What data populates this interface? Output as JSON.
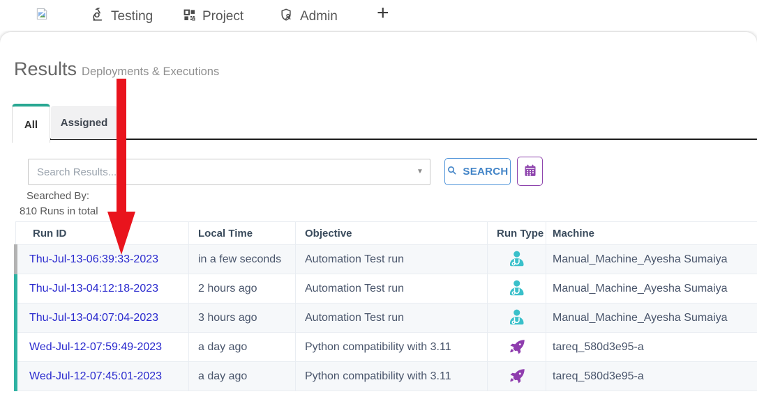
{
  "nav": {
    "logo_icon": "broken-image-icon",
    "items": [
      {
        "label": "Testing",
        "icon": "microscope-icon"
      },
      {
        "label": "Project",
        "icon": "grid-icon"
      },
      {
        "label": "Admin",
        "icon": "shield-user-icon"
      }
    ],
    "add_label": "+"
  },
  "header": {
    "title": "Results",
    "subtitle": "Deployments & Executions"
  },
  "tabs": [
    {
      "label": "All",
      "active": true
    },
    {
      "label": "Assigned",
      "active": false
    }
  ],
  "search": {
    "placeholder": "Search Results....",
    "button_label": "SEARCH",
    "searched_by_label": "Searched By:",
    "total_label": "810 Runs in total"
  },
  "table": {
    "columns": [
      "Run ID",
      "Local Time",
      "Objective",
      "Run Type",
      "Machine"
    ],
    "rows": [
      {
        "run_id": "Thu-Jul-13-06:39:33-2023",
        "local_time": "in a few seconds",
        "objective": "Automation Test run",
        "run_type": "doctor-icon",
        "machine": "Manual_Machine_Ayesha Sumaiya",
        "marker": "gray"
      },
      {
        "run_id": "Thu-Jul-13-04:12:18-2023",
        "local_time": "2 hours ago",
        "objective": "Automation Test run",
        "run_type": "doctor-icon",
        "machine": "Manual_Machine_Ayesha Sumaiya",
        "marker": "teal"
      },
      {
        "run_id": "Thu-Jul-13-04:07:04-2023",
        "local_time": "3 hours ago",
        "objective": "Automation Test run",
        "run_type": "doctor-icon",
        "machine": "Manual_Machine_Ayesha Sumaiya",
        "marker": "teal"
      },
      {
        "run_id": "Wed-Jul-12-07:59:49-2023",
        "local_time": "a day ago",
        "objective": "Python compatibility with 3.11",
        "run_type": "rocket-icon",
        "machine": "tareq_580d3e95-a",
        "marker": "teal"
      },
      {
        "run_id": "Wed-Jul-12-07:45:01-2023",
        "local_time": "a day ago",
        "objective": "Python compatibility with 3.11",
        "run_type": "rocket-icon",
        "machine": "tareq_580d3e95-a",
        "marker": "teal"
      }
    ]
  },
  "colors": {
    "tab_accent_teal": "#28a792",
    "marker_teal": "#2eb2a2",
    "marker_gray": "#b3b3b3",
    "run_link_blue": "#2a2ace",
    "doctor_icon_teal": "#3ac0ca",
    "rocket_icon_purple": "#8f3dae",
    "search_button_blue": "#4284c7",
    "calendar_purple": "#8e44ad",
    "arrow_red": "#e9141d",
    "tab_line_black": "#1c1c1c"
  }
}
